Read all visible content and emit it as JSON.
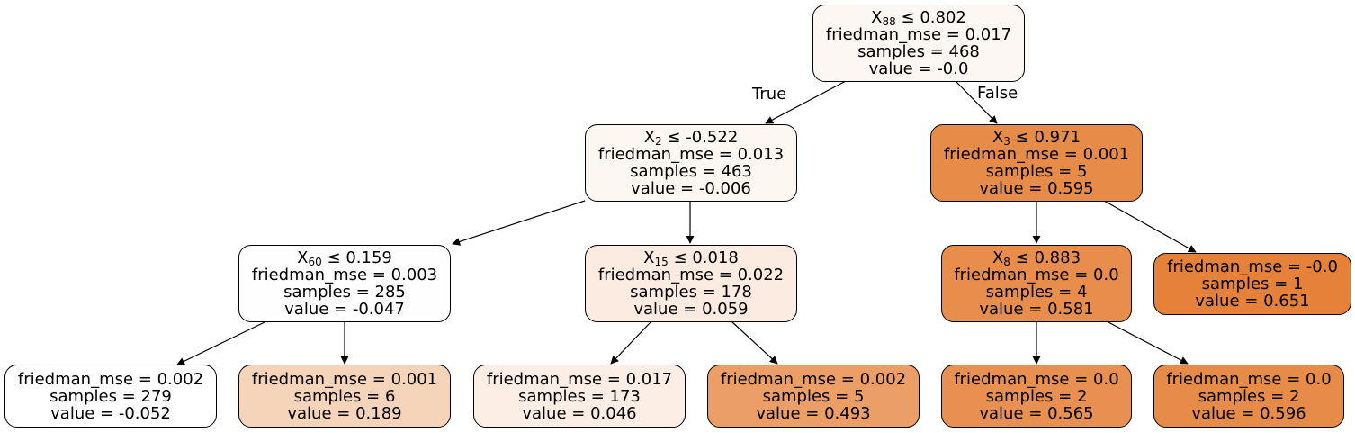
{
  "edge_labels": {
    "true_label": "True",
    "false_label": "False"
  },
  "nodes": {
    "root": {
      "feature": "X",
      "feature_index": "88",
      "op": "≤",
      "threshold": "0.802",
      "mse": "friedman_mse = 0.017",
      "samples": "samples = 468",
      "value": "value = -0.0",
      "fill": "#fdf7f3"
    },
    "n1": {
      "feature": "X",
      "feature_index": "2",
      "op": "≤",
      "threshold": "-0.522",
      "mse": "friedman_mse = 0.013",
      "samples": "samples = 463",
      "value": "value = -0.006",
      "fill": "#fdf7f2"
    },
    "n2": {
      "feature": "X",
      "feature_index": "60",
      "op": "≤",
      "threshold": "0.159",
      "mse": "friedman_mse = 0.003",
      "samples": "samples = 285",
      "value": "value = -0.047",
      "fill": "#fefefe"
    },
    "n3": {
      "mse": "friedman_mse = 0.002",
      "samples": "samples = 279",
      "value": "value = -0.052",
      "fill": "#ffffff"
    },
    "n4": {
      "mse": "friedman_mse = 0.001",
      "samples": "samples = 6",
      "value": "value = 0.189",
      "fill": "#f6d4ba"
    },
    "n5": {
      "feature": "X",
      "feature_index": "15",
      "op": "≤",
      "threshold": "0.018",
      "mse": "friedman_mse = 0.022",
      "samples": "samples = 178",
      "value": "value = 0.059",
      "fill": "#fcebe0"
    },
    "n6": {
      "mse": "friedman_mse = 0.017",
      "samples": "samples = 173",
      "value": "value = 0.046",
      "fill": "#fceee4"
    },
    "n7": {
      "mse": "friedman_mse = 0.002",
      "samples": "samples = 5",
      "value": "value = 0.493",
      "fill": "#eb9e65"
    },
    "n8": {
      "feature": "X",
      "feature_index": "3",
      "op": "≤",
      "threshold": "0.971",
      "mse": "friedman_mse = 0.001",
      "samples": "samples = 5",
      "value": "value = 0.595",
      "fill": "#e78b48"
    },
    "n9": {
      "feature": "X",
      "feature_index": "8",
      "op": "≤",
      "threshold": "0.883",
      "mse": "friedman_mse = 0.0",
      "samples": "samples = 4",
      "value": "value = 0.581",
      "fill": "#e88d4c"
    },
    "n10": {
      "mse": "friedman_mse = 0.0",
      "samples": "samples = 2",
      "value": "value = 0.565",
      "fill": "#e89051"
    },
    "n11": {
      "mse": "friedman_mse = 0.0",
      "samples": "samples = 2",
      "value": "value = 0.596",
      "fill": "#e78b48"
    },
    "n12": {
      "mse": "friedman_mse = -0.0",
      "samples": "samples = 1",
      "value": "value = 0.651",
      "fill": "#e58139"
    }
  }
}
